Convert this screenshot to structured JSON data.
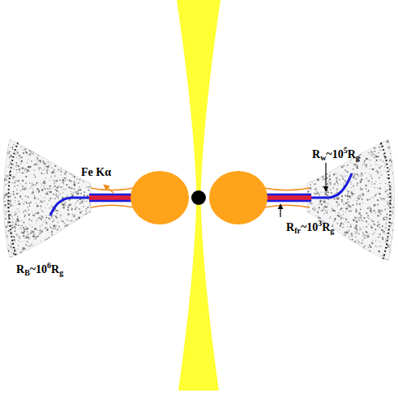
{
  "diagram": {
    "labels": [
      "Fe Kα",
      "Rw~105Rg",
      "Rfr~103Rg",
      "RB~106Rg"
    ]
  }
}
